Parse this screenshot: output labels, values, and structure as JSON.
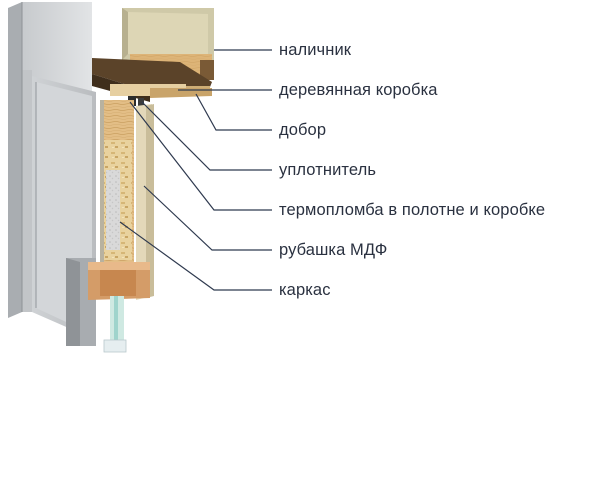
{
  "diagram": {
    "labels": [
      {
        "id": "casing",
        "text": "наличник"
      },
      {
        "id": "wooden-frame",
        "text": "деревянная коробка"
      },
      {
        "id": "extension",
        "text": "добор"
      },
      {
        "id": "seal",
        "text": "уплотнитель"
      },
      {
        "id": "thermal-seal",
        "text": "термопломба в полотне и коробке"
      },
      {
        "id": "mdf-skin",
        "text": "рубашка МДФ"
      },
      {
        "id": "core-frame",
        "text": "каркас"
      }
    ],
    "colors": {
      "leader_line": "#2f3a4f",
      "label_text": "#2a3140",
      "wall_light": "#d7d9db",
      "wall_mid": "#bfc2c5",
      "wall_dark": "#9ea2a6",
      "wood_light": "#e8c99a",
      "wood_mid": "#d8ad6e",
      "wood_dark": "#6b4f2f",
      "mdf_beige": "#e6dcc0",
      "insulation": "#cfcfcf",
      "glass": "#bfe6e0"
    }
  }
}
